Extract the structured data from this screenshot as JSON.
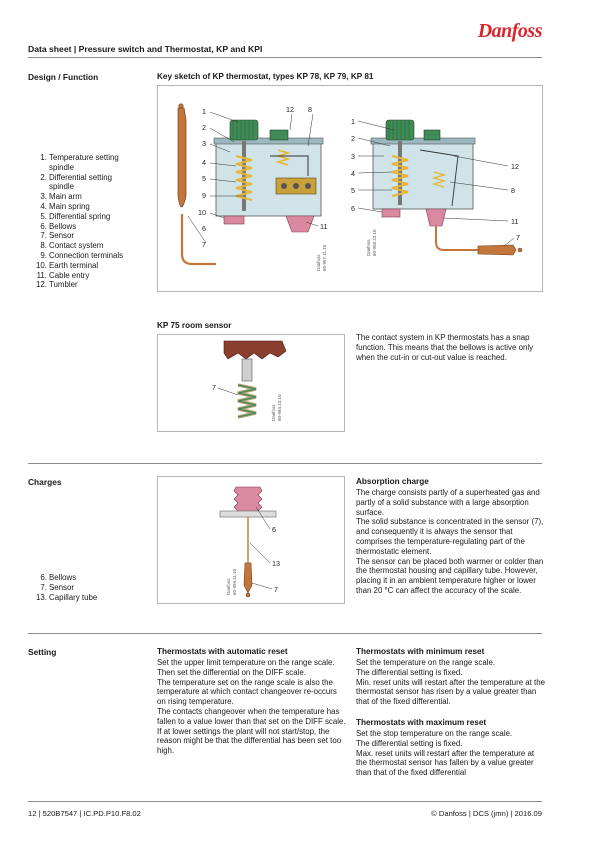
{
  "brand": "Danfoss",
  "header": "Data sheet | Pressure switch and Thermostat, KP and KPI",
  "design": {
    "section_title": "Design / Function",
    "figure_title": "Key sketch of KP thermostat, types KP 78, KP 79, KP 81",
    "legend": [
      {
        "num": "1.",
        "text": "Temperature setting"
      },
      {
        "num": "",
        "text": "spindle"
      },
      {
        "num": "2.",
        "text": "Differential setting"
      },
      {
        "num": "",
        "text": "spindle"
      },
      {
        "num": "3.",
        "text": "Main arm"
      },
      {
        "num": "4.",
        "text": "Main spring"
      },
      {
        "num": "5.",
        "text": "Differential spring"
      },
      {
        "num": "6.",
        "text": "Bellows"
      },
      {
        "num": "7.",
        "text": "Sensor"
      },
      {
        "num": "8.",
        "text": "Contact system"
      },
      {
        "num": "9.",
        "text": "Connection terminals"
      },
      {
        "num": "10.",
        "text": "Earth terminal"
      },
      {
        "num": "11.",
        "text": "Cable entry"
      },
      {
        "num": "12.",
        "text": "Tumbler"
      }
    ],
    "fig_left_codes": [
      "Danfoss",
      "60-957.11.10"
    ],
    "fig_right_codes": [
      "Danfoss",
      "60-958.22.10"
    ]
  },
  "kp75": {
    "title": "KP 75 room sensor",
    "description": "The contact system in KP thermostats has a snap function. This means that the bellows is active only when the cut-in or cut-out value is reached.",
    "fig_codes": [
      "Danfoss",
      "60-964.12.10"
    ]
  },
  "charges": {
    "section_title": "Charges",
    "legend": [
      {
        "num": "6.",
        "text": "Bellows"
      },
      {
        "num": "7.",
        "text": "Sensor"
      },
      {
        "num": "13.",
        "text": "Capillary tube"
      }
    ],
    "fig_codes": [
      "Danfoss",
      "60-959.11.10"
    ],
    "absorption_title": "Absorption charge",
    "absorption_text": "The charge consists partly of a superheated gas and partly of a solid substance with a large absorption surface.\nThe solid substance is concentrated in the sensor (7), and consequently it is always the sensor that comprises the temperature-regulating part of the thermostatic element.\nThe sensor can be placed both warmer or colder than the thermostat housing and capillary tube. However, placing it in an ambient temperature higher or lower than 20 °C can affect the accuracy of the scale."
  },
  "setting": {
    "section_title": "Setting",
    "auto_title": "Thermostats with automatic reset",
    "auto_text": "Set the upper limit temperature on the range scale. Then set the differential on the DIFF scale.\nThe temperature set on the range scale is also the temperature at which contact changeover re-occurs on rising temperature.\nThe contacts changeover when the temperature has fallen to a value lower than that set on the DIFF scale.\nIf at lower settings the plant will not start/stop, the reason might be that the differential has been set too high.",
    "min_title": "Thermostats with minimum reset",
    "min_text": "Set the temperature on the range scale.\nThe differential setting is fixed.\nMin. reset units will restart after the temperature at the thermostat sensor has risen by a value greater than that of the fixed differential.",
    "max_title": "Thermostats with maximum reset",
    "max_text": "Set the stop temperature on the range scale.\nThe differential setting is fixed.\nMax. reset units will restart after the temperature at the thermostat sensor has fallen by a value greater than that of the fixed differential"
  },
  "footer": {
    "left": "12 | 520B7547 | IC.PD.P10.F8.02",
    "right": "© Danfoss | DCS (jmn) | 2016.09"
  },
  "colors": {
    "accent": "#d8262e",
    "housing": "#cfe3e8",
    "knob": "#3f8a55",
    "spring": "#e6b737",
    "bellows": "#d98aa0",
    "capillary": "#c4763a",
    "copper": "#8a3e2e"
  }
}
